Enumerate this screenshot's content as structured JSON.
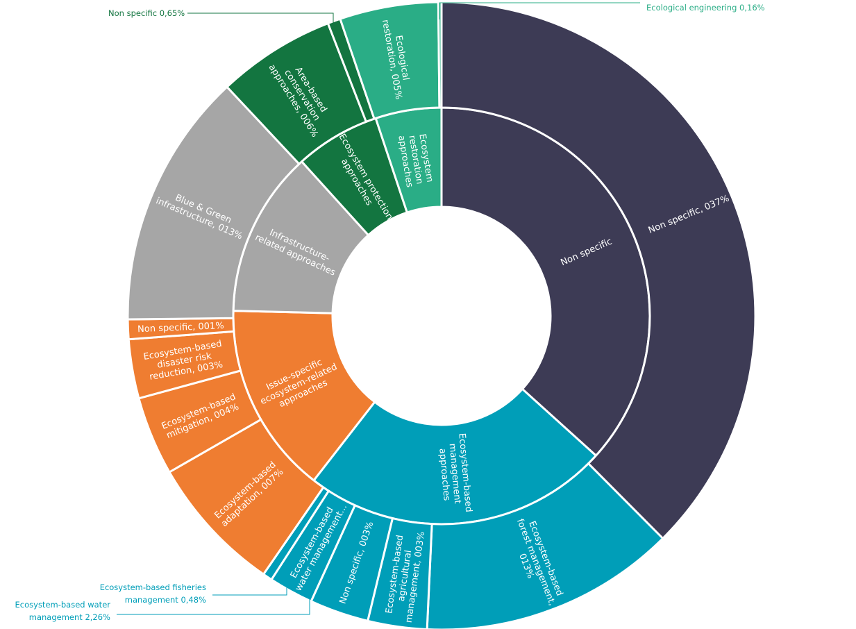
{
  "chart_data": {
    "type": "sunburst",
    "title": "",
    "colors": {
      "non_specific_group": "#3d3b55",
      "management": "#009eb8",
      "issue_specific": "#ef7d31",
      "infrastructure": "#a6a6a6",
      "protection": "#137540",
      "restoration": "#2aad86"
    },
    "inner": [
      {
        "key": "g_ns",
        "label": "Non specific",
        "value": 37.0,
        "color": "#3d3b55"
      },
      {
        "key": "g_mgmt",
        "label": "Ecosystem-based management approaches",
        "value": 24.0,
        "color": "#009eb8"
      },
      {
        "key": "g_iss",
        "label": "Issue-specific ecosystem-related approaches",
        "value": 15.0,
        "color": "#ef7d31"
      },
      {
        "key": "g_inf",
        "label": "Infrastructure- related approaches",
        "value": 13.0,
        "color": "#a6a6a6"
      },
      {
        "key": "g_prot",
        "label": "Ecosystem protection approaches",
        "value": 6.65,
        "color": "#137540"
      },
      {
        "key": "g_rest",
        "label": "Ecosystem restoration approaches",
        "value": 5.16,
        "color": "#2aad86"
      }
    ],
    "outer": [
      {
        "key": "o_ns",
        "label": "Non specific, 037%",
        "value": 37.0,
        "color": "#3d3b55"
      },
      {
        "key": "o_forest",
        "label": "Ecosystem-based forest management, 013%",
        "value": 13.0,
        "color": "#009eb8"
      },
      {
        "key": "o_agri",
        "label": "Ecosystem-based agricultural management, 003%",
        "value": 3.0,
        "color": "#009eb8"
      },
      {
        "key": "o_mns",
        "label": "Non specific, 003%",
        "value": 3.0,
        "color": "#009eb8"
      },
      {
        "key": "o_water",
        "label": "Ecosystem-based water management...",
        "value": 2.26,
        "color": "#009eb8"
      },
      {
        "key": "o_fish",
        "label": "",
        "value": 0.48,
        "color": "#009eb8"
      },
      {
        "key": "o_adapt",
        "label": "Ecosystem-based adaptation, 007%",
        "value": 7.0,
        "color": "#ef7d31"
      },
      {
        "key": "o_mitig",
        "label": "Ecosystem-based mitigation, 004%",
        "value": 4.0,
        "color": "#ef7d31"
      },
      {
        "key": "o_drr",
        "label": "Ecosystem-based disaster risk reduction, 003%",
        "value": 3.0,
        "color": "#ef7d31"
      },
      {
        "key": "o_ins",
        "label": "Non specific, 001%",
        "value": 1.0,
        "color": "#ef7d31"
      },
      {
        "key": "o_bgi",
        "label": "Blue & Green infrastructure, 013%",
        "value": 13.0,
        "color": "#a6a6a6"
      },
      {
        "key": "o_area",
        "label": "Area-based conservation approaches, 006%",
        "value": 6.0,
        "color": "#137540"
      },
      {
        "key": "o_pns",
        "label": "",
        "value": 0.65,
        "color": "#137540"
      },
      {
        "key": "o_rest",
        "label": "Ecological restoration, 005%",
        "value": 5.0,
        "color": "#2aad86"
      },
      {
        "key": "o_eng",
        "label": "",
        "value": 0.16,
        "color": "#2aad86"
      }
    ],
    "external_labels": {
      "non_specific_065": "Non specific 0,65%",
      "ecological_engineering": "Ecological engineering 0,16%",
      "fisheries_line1": "Ecosystem-based fisheries",
      "fisheries_line2": "management 0,48%",
      "water_line1": "Ecosystem-based water",
      "water_line2": "management 2,26%"
    }
  }
}
